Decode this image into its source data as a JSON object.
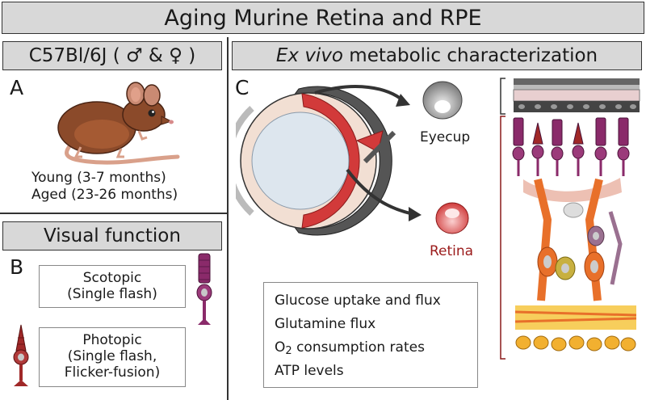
{
  "title": "Aging Murine Retina and RPE",
  "panels": {
    "strain": {
      "header": "C57Bl/6J ( ♂ & ♀ )",
      "letter": "A",
      "groups": [
        "Young (3-7 months)",
        "Aged (23-26 months)"
      ]
    },
    "visual": {
      "header": "Visual function",
      "letter": "B",
      "tests": [
        {
          "name": "Scotopic",
          "detail": "(Single flash)"
        },
        {
          "name": "Photopic",
          "detail": "(Single flash,",
          "detail2": "Flicker-fusion)"
        }
      ]
    },
    "metabolic": {
      "header_italic": "Ex vivo",
      "header_rest": " metabolic characterization",
      "letter": "C",
      "tissues": [
        "Eyecup",
        "Retina"
      ],
      "assays": [
        "Glucose uptake and flux",
        "Glutamine flux",
        "consumption rates",
        "ATP levels"
      ],
      "o2_symbol": "O",
      "o2_subscript": "2"
    }
  },
  "colors": {
    "header_bg": "#d8d8d8",
    "retina_red": "#9b1b1b",
    "mouse_brown": "#8b4a2a",
    "rod_purple": "#8a2a6a",
    "cone_red": "#a02828",
    "bipolar_orange": "#e8702a"
  }
}
